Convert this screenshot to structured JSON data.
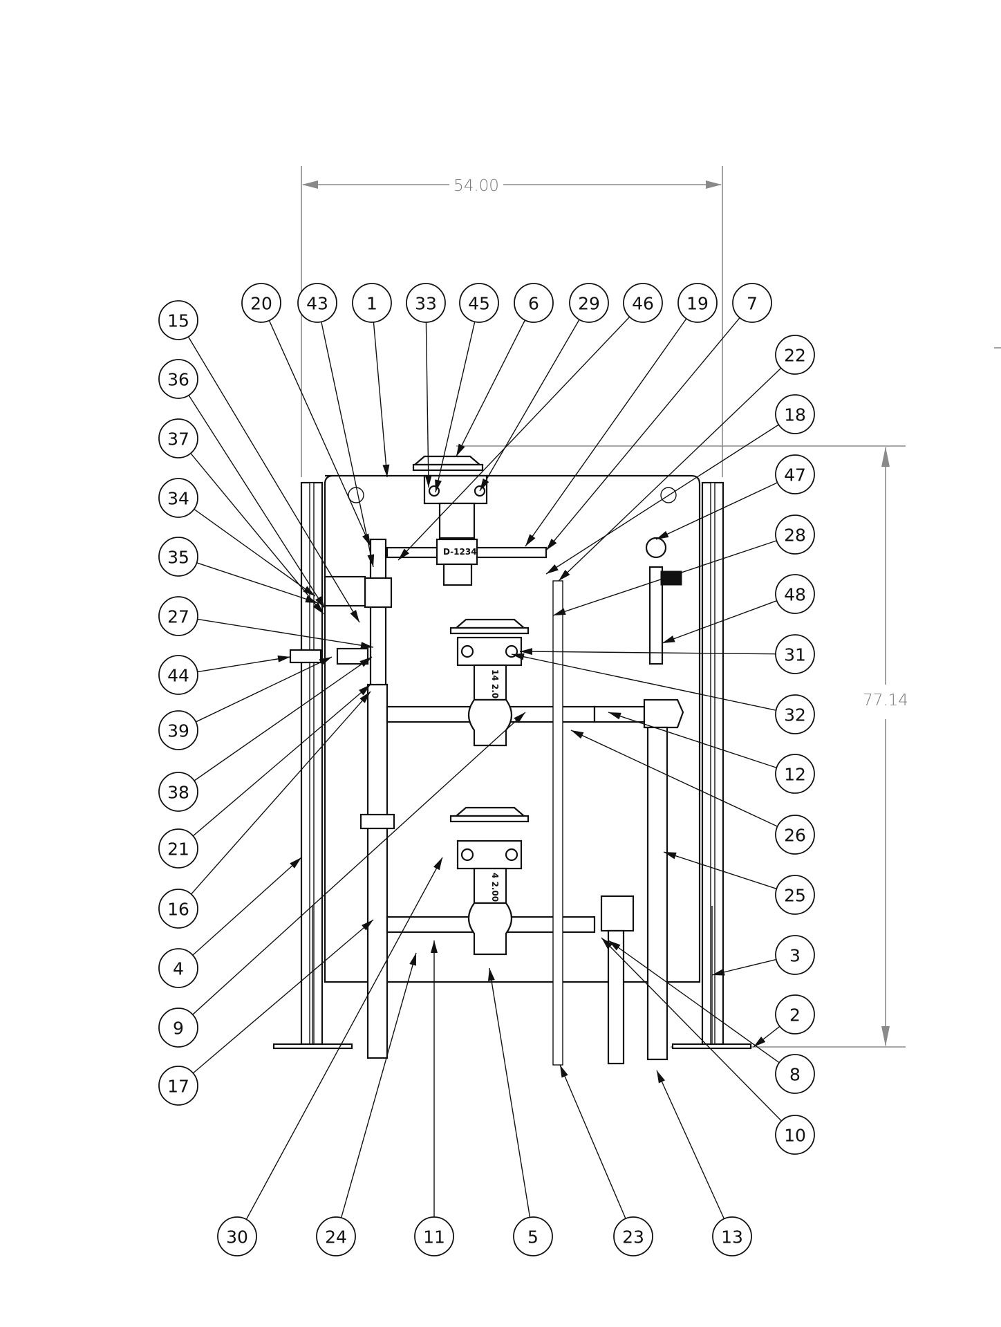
{
  "drawing": {
    "title": "Piping panel assembly — front view with item balloons",
    "line_color": "#111111",
    "dimension_color": "#8a8a8a",
    "dimensions": {
      "width": {
        "value": "54.00",
        "orientation": "horizontal"
      },
      "height": {
        "value": "77.14",
        "orientation": "vertical"
      }
    },
    "component_labels": {
      "upper_actuator_tag": "D-1234",
      "upper_valve_marking": "14 2.00\"",
      "lower_valve_marking": "4 2.00\""
    },
    "balloons": {
      "top_row": [
        "20",
        "43",
        "1",
        "33",
        "45",
        "6",
        "29",
        "46",
        "19",
        "7"
      ],
      "left_column": [
        "15",
        "36",
        "37",
        "34",
        "35",
        "27",
        "44",
        "39",
        "38",
        "21",
        "16",
        "4",
        "9",
        "17"
      ],
      "right_column": [
        "22",
        "18",
        "47",
        "28",
        "48",
        "31",
        "32",
        "12",
        "26",
        "25",
        "3",
        "2",
        "8",
        "10"
      ],
      "bottom_row": [
        "30",
        "24",
        "11",
        "5",
        "23",
        "13"
      ]
    }
  }
}
